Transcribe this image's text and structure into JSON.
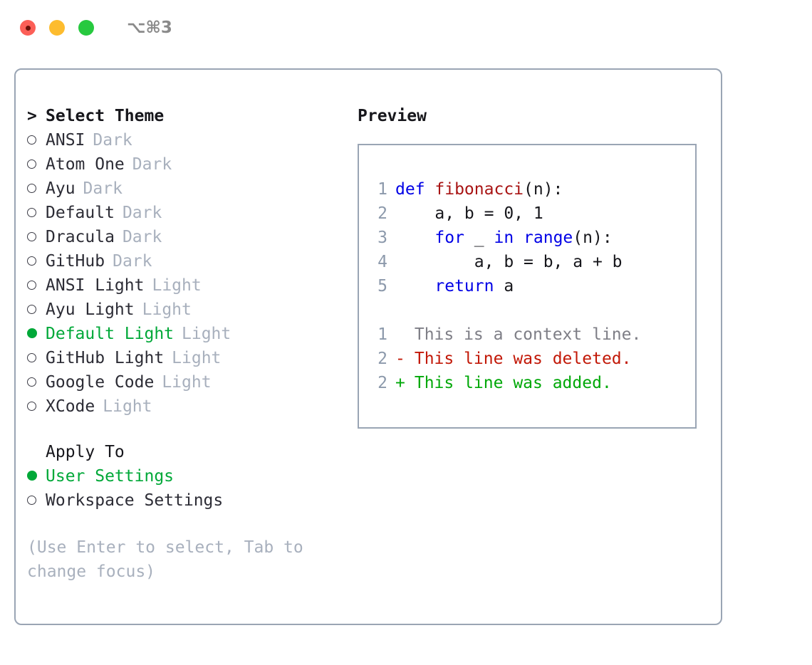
{
  "titlebar": {
    "shortcut": "⌥⌘3",
    "buttons": [
      {
        "name": "close",
        "color": "#fc5f57"
      },
      {
        "name": "minimize",
        "color": "#fdbc2e"
      },
      {
        "name": "zoom",
        "color": "#27c93f"
      }
    ]
  },
  "theme_panel": {
    "header": {
      "caret": ">",
      "label": "Select Theme"
    },
    "items": [
      {
        "marker": "o",
        "label": "ANSI",
        "tag": "Dark",
        "selected": false
      },
      {
        "marker": "o",
        "label": "Atom One",
        "tag": "Dark",
        "selected": false
      },
      {
        "marker": "o",
        "label": "Ayu",
        "tag": "Dark",
        "selected": false
      },
      {
        "marker": "o",
        "label": "Default",
        "tag": "Dark",
        "selected": false
      },
      {
        "marker": "o",
        "label": "Dracula",
        "tag": "Dark",
        "selected": false
      },
      {
        "marker": "o",
        "label": "GitHub",
        "tag": "Dark",
        "selected": false
      },
      {
        "marker": "o",
        "label": "ANSI Light",
        "tag": "Light",
        "selected": false
      },
      {
        "marker": "o",
        "label": "Ayu Light",
        "tag": "Light",
        "selected": false
      },
      {
        "marker": "●",
        "label": "Default Light",
        "tag": "Light",
        "selected": true
      },
      {
        "marker": "o",
        "label": "GitHub Light",
        "tag": "Light",
        "selected": false
      },
      {
        "marker": "o",
        "label": "Google Code",
        "tag": "Light",
        "selected": false
      },
      {
        "marker": "o",
        "label": "XCode",
        "tag": "Light",
        "selected": false
      }
    ],
    "apply_to": {
      "label": "Apply To",
      "options": [
        {
          "marker": "●",
          "label": "User Settings",
          "selected": true
        },
        {
          "marker": "o",
          "label": "Workspace Settings",
          "selected": false
        }
      ]
    },
    "hint": "(Use Enter to select, Tab to\nchange focus)"
  },
  "preview": {
    "title": "Preview",
    "code_lines": [
      {
        "no": "1",
        "tokens": [
          {
            "t": "def ",
            "c": "kw"
          },
          {
            "t": "fibonacci",
            "c": "fn"
          },
          {
            "t": "(n):",
            "c": "pl"
          }
        ]
      },
      {
        "no": "2",
        "tokens": [
          {
            "t": "    a, b = 0, 1",
            "c": "pl"
          }
        ]
      },
      {
        "no": "3",
        "tokens": [
          {
            "t": "    ",
            "c": "pl"
          },
          {
            "t": "for",
            "c": "kw"
          },
          {
            "t": " _ ",
            "c": "pl"
          },
          {
            "t": "in",
            "c": "kw"
          },
          {
            "t": " ",
            "c": "pl"
          },
          {
            "t": "range",
            "c": "kw"
          },
          {
            "t": "(n):",
            "c": "pl"
          }
        ]
      },
      {
        "no": "4",
        "tokens": [
          {
            "t": "        a, b = b, a + b",
            "c": "pl"
          }
        ]
      },
      {
        "no": "5",
        "tokens": [
          {
            "t": "    ",
            "c": "pl"
          },
          {
            "t": "return",
            "c": "kw"
          },
          {
            "t": " a",
            "c": "pl"
          }
        ]
      }
    ],
    "diff_lines": [
      {
        "no": "1",
        "mark": " ",
        "text": "This is a context line.",
        "kind": "ctx"
      },
      {
        "no": "2",
        "mark": "-",
        "text": "This line was deleted.",
        "kind": "del"
      },
      {
        "no": "2",
        "mark": "+",
        "text": "This line was added.",
        "kind": "add"
      }
    ]
  },
  "colors": {
    "accent_green": "#00a838",
    "border": "#9aa5b4",
    "muted": "#a8b0bd",
    "keyword_blue": "#0000e6",
    "function_red": "#a81414",
    "diff_add": "#00a808",
    "diff_del": "#c21807",
    "lineno": "#8c99ab"
  }
}
